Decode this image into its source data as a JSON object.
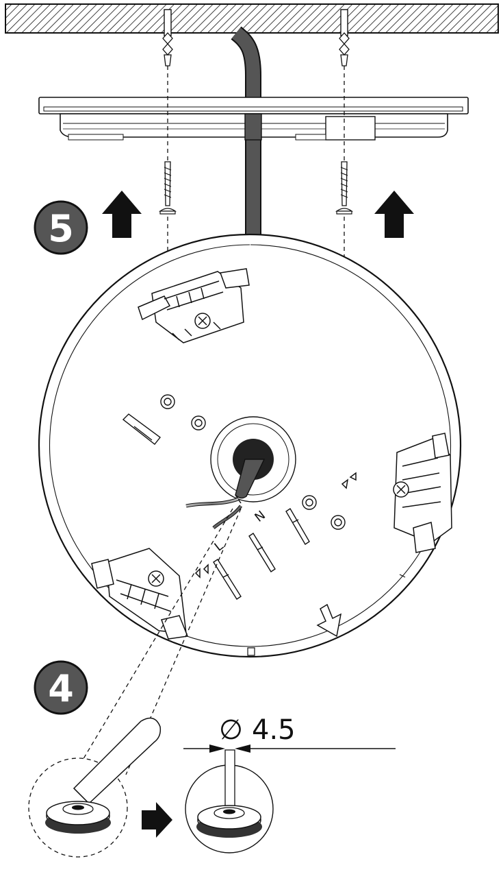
{
  "steps": [
    {
      "number": "5",
      "badge_color": "#555555"
    },
    {
      "number": "4",
      "badge_color": "#555555"
    }
  ],
  "terminal_labels": {
    "neutral": "N",
    "live": "L"
  },
  "dimension": {
    "symbol": "∅",
    "value": "4.5"
  },
  "colors": {
    "line": "#111111",
    "cable": "#555555",
    "ceiling_hatch": "#111111"
  },
  "icons": [
    "wall-plug-icon",
    "screw-icon",
    "arrow-up-icon",
    "arrow-right-icon",
    "arrow-down-icon",
    "earth-symbol-icon"
  ]
}
